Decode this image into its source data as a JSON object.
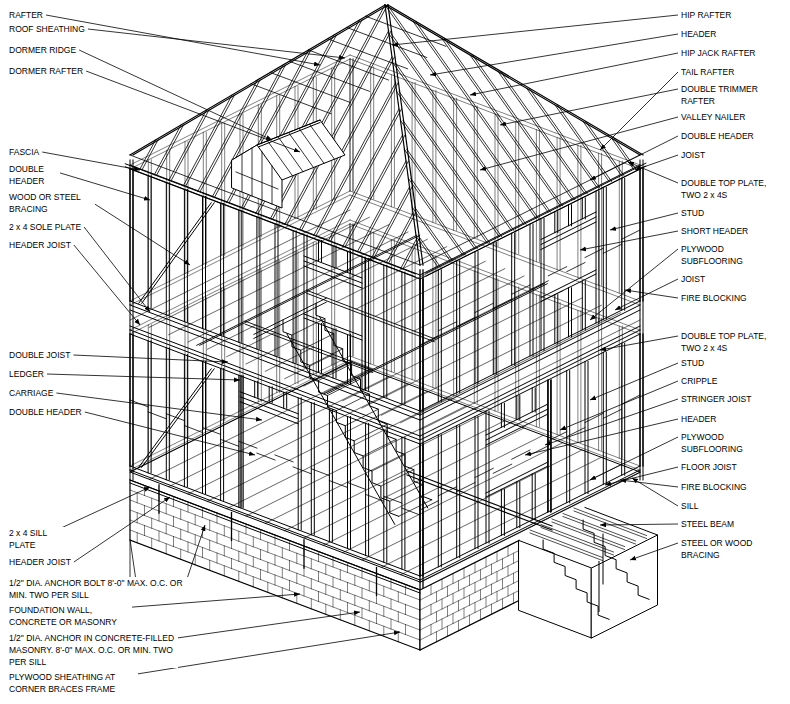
{
  "diagram": {
    "labels": [
      "RAFTER",
      "ROOF SHEATHING",
      "DORMER RIDGE",
      "DORMER RAFTER",
      "FASCIA",
      "DOUBLE HEADER",
      "WOOD OR STEEL BRACING",
      "2 x 4 SOLE PLATE",
      "HEADER JOIST",
      "DOUBLE JOIST",
      "LEDGER",
      "CARRIAGE",
      "DOUBLE HEADER",
      "2 x 4 SILL PLATE",
      "HEADER JOIST",
      "1/2\" DIA. ANCHOR BOLT 8'-0\" MAX. O.C. OR MIN. TWO PER SILL",
      "FOUNDATION WALL, CONCRETE OR MASONRY",
      "1/2\" DIA. ANCHOR IN CONCRETE-FILLED MASONRY. 8'-0\" MAX. O.C. OR MIN. TWO PER SILL",
      "PLYWOOD SHEATHING AT CORNER BRACES FRAME",
      "HIP RAFTER",
      "HEADER",
      "HIP JACK RAFTER",
      "TAIL RAFTER",
      "DOUBLE TRIMMER RAFTER",
      "VALLEY NAILER",
      "DOUBLE HEADER",
      "JOIST",
      "DOUBLE TOP PLATE, TWO 2 x 4S",
      "STUD",
      "SHORT HEADER",
      "PLYWOOD SUBFLOORING",
      "JOIST",
      "FIRE BLOCKING",
      "DOUBLE TOP PLATE, TWO 2 x 4S",
      "STUD",
      "CRIPPLE",
      "STRINGER JOIST",
      "HEADER",
      "PLYWOOD SUBFLOORING",
      "FLOOR JOIST",
      "FIRE BLOCKING",
      "SILL",
      "STEEL BEAM",
      "STEEL OR WOOD BRACING"
    ]
  }
}
